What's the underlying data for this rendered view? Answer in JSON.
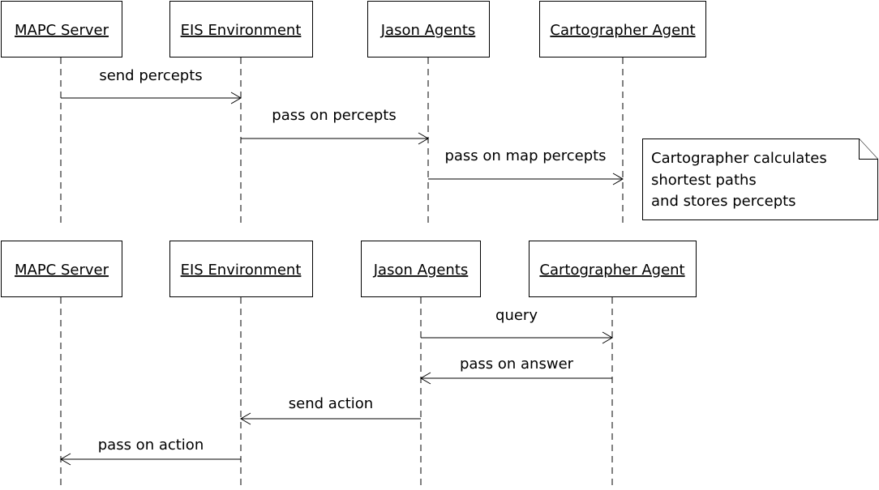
{
  "diagram": {
    "participants": {
      "mapc": "MAPC Server",
      "eis": "EIS Environment",
      "jason": "Jason Agents",
      "carto": "Cartographer Agent"
    },
    "messages": {
      "send_percepts": "send percepts",
      "pass_on_percepts": "pass on percepts",
      "pass_on_map_percepts": "pass on map percepts",
      "query": "query",
      "pass_on_answer": "pass on answer",
      "send_action": "send action",
      "pass_on_action": "pass on action"
    },
    "note": {
      "lines": [
        "Cartographer calculates",
        "shortest paths",
        "and stores percepts"
      ]
    }
  }
}
